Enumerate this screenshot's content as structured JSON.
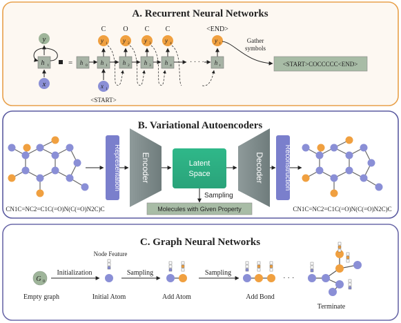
{
  "panels": {
    "rnn": {
      "title": "A. Recurrent Neural Networks",
      "y_label": "y",
      "h_label": "h",
      "h_sub": "t",
      "x_label": "x",
      "equals": "=",
      "h0_label": "h",
      "h0_sub": "0",
      "output_tokens": [
        "C",
        "O",
        "C",
        "C",
        "<END>"
      ],
      "y_subs": [
        "1",
        "2",
        "3",
        "4",
        "t"
      ],
      "h_subs": [
        "1",
        "2",
        "3",
        "4",
        "t"
      ],
      "x_sub": "1",
      "start_label": "<START>",
      "dots": "· · · · ·",
      "gather_label_line1": "Gather",
      "gather_label_line2": "symbols",
      "result_sequence": "<START>COCCCCC<END>"
    },
    "vae": {
      "title": "B. Variational Autoencoders",
      "representation_label": "Representation",
      "encoder_label": "Encoder",
      "latent_line1": "Latent",
      "latent_line2": "Space",
      "decoder_label": "Decoder",
      "reconstruction_label": "Reconstruction",
      "sampling_label": "Sampling",
      "property_label": "Molecules with Given Property",
      "smiles_left": "CN1C=NC2=C1C(=O)N(C(=O)N2C)C",
      "smiles_right": "CN1C=NC2=C1C(=O)N(C(=O)N2C)C"
    },
    "gnn": {
      "title": "C. Graph Neural Networks",
      "empty_node_label": "G",
      "empty_node_sub": "0",
      "initialization_label": "Initialization",
      "node_feature_label": "Node Feature",
      "sampling_label_1": "Sampling",
      "sampling_label_2": "Sampling",
      "ellipsis": "· · ·",
      "stage_labels": [
        "Empty graph",
        "Initial Atom",
        "Add Atom",
        "Add Bond",
        "Terminate"
      ]
    }
  },
  "colors": {
    "rnn_border": "#e8a04a",
    "vae_border": "#5a5aa0",
    "gnn_border": "#6a68a8",
    "node_blue": "#8a8fd6",
    "node_orange": "#f0a040",
    "node_green": "#9fb59a",
    "cell_gray": "#a7b3a5",
    "block_blue": "#7a7fcc",
    "encoder_gray": "#7f8c8c",
    "latent_green": "#35b88a",
    "property_green": "#a8bca6"
  }
}
